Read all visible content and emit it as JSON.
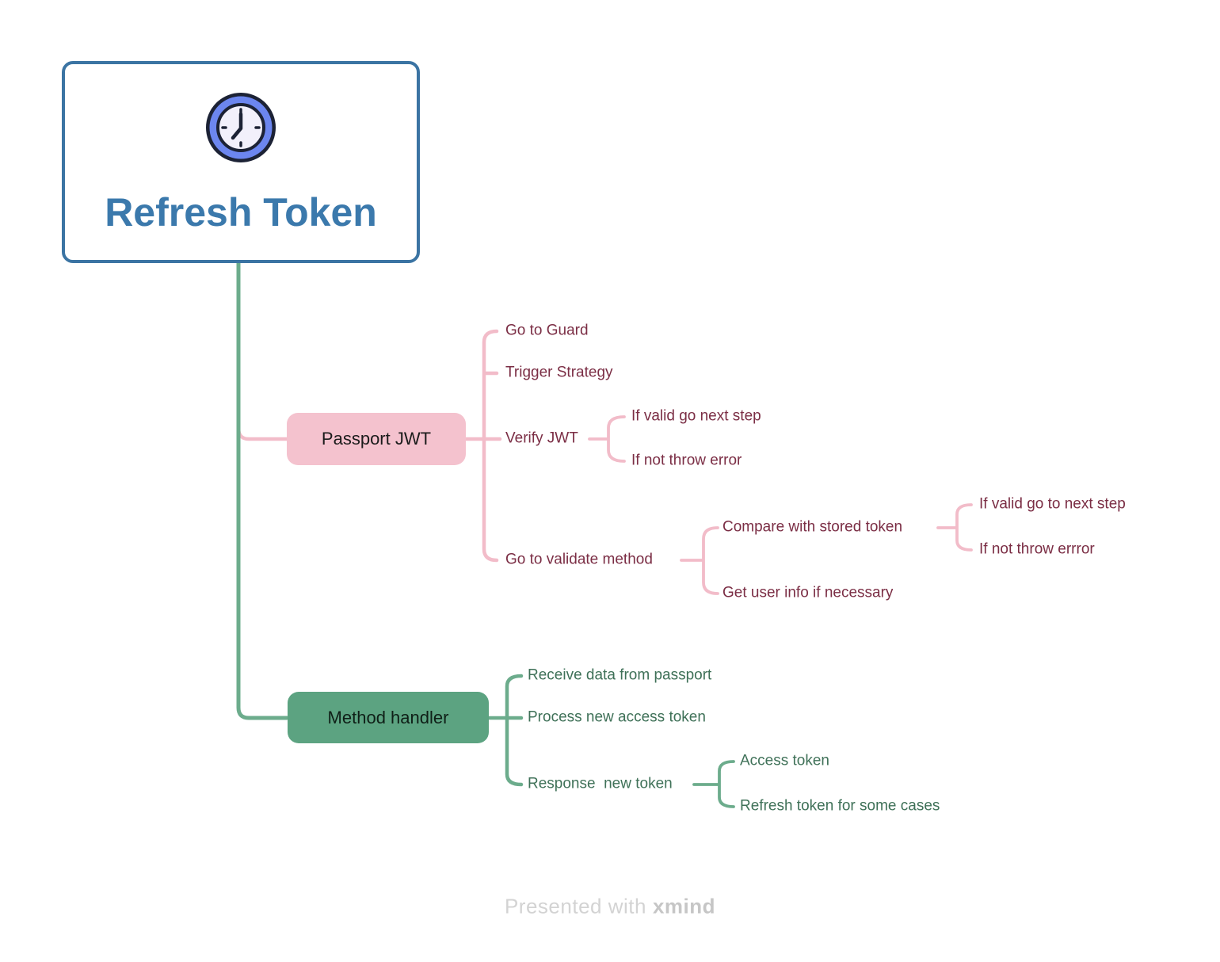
{
  "root": {
    "title": "Refresh Token",
    "icon": "clock-icon"
  },
  "branches": [
    {
      "label": "Passport JWT",
      "children": [
        {
          "label": "Go to Guard"
        },
        {
          "label": "Trigger Strategy"
        },
        {
          "label": "Verify JWT",
          "children": [
            {
              "label": "If valid go next step"
            },
            {
              "label": "If not throw error"
            }
          ]
        },
        {
          "label": "Go to validate method",
          "children": [
            {
              "label": "Compare with stored token",
              "children": [
                {
                  "label": "If valid go to next step"
                },
                {
                  "label": "If not throw errror"
                }
              ]
            },
            {
              "label": "Get user info if necessary"
            }
          ]
        }
      ]
    },
    {
      "label": "Method handler",
      "children": [
        {
          "label": "Receive data from passport"
        },
        {
          "label": "Process new access token"
        },
        {
          "label": "Response  new token",
          "children": [
            {
              "label": "Access token"
            },
            {
              "label": "Refresh token for some cases"
            }
          ]
        }
      ]
    }
  ],
  "footer": {
    "prefix": "Presented with",
    "brand": "xmind"
  },
  "colors": {
    "root_border": "#3B74A3",
    "root_text": "#3B79AC",
    "branch_pink_fill": "#F4C2CE",
    "branch_pink_line": "#F2BCC9",
    "branch_pink_text": "#7B2E45",
    "branch_green_fill": "#5CA381",
    "branch_green_line": "#6CAC8C",
    "branch_green_text": "#3F7158",
    "clock_ring": "#6C86EF",
    "clock_face": "#F2F0FB",
    "clock_outline": "#1C2235"
  }
}
